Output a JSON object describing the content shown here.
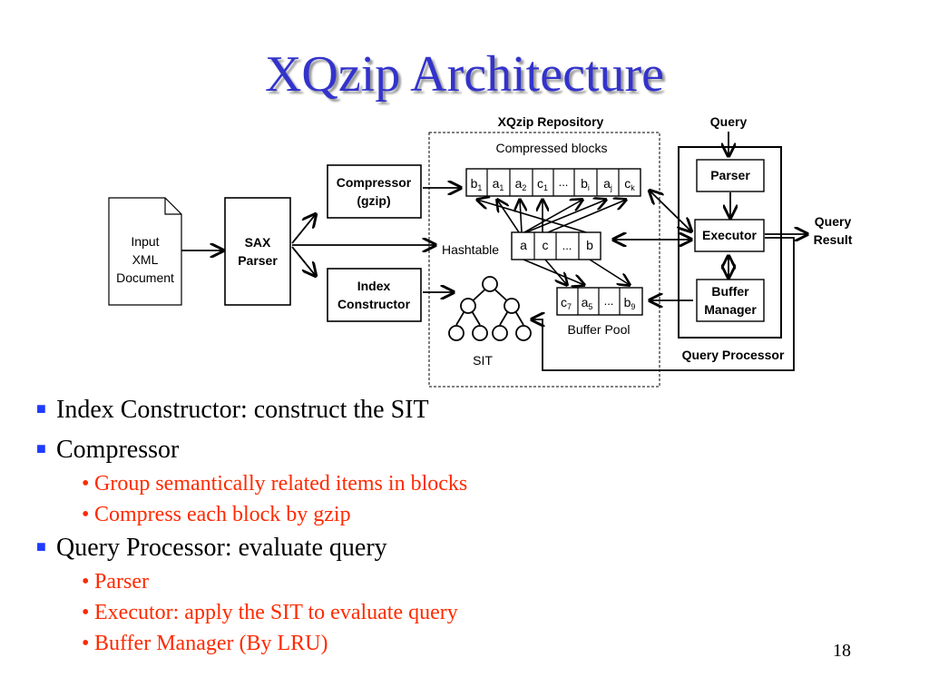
{
  "title": "XQzip Architecture",
  "diagram": {
    "input_doc": [
      "Input",
      "XML",
      "Document"
    ],
    "sax_parser": [
      "SAX",
      "Parser"
    ],
    "compressor": [
      "Compressor",
      "(gzip)"
    ],
    "index_constructor": [
      "Index",
      "Constructor"
    ],
    "repository_label": "XQzip Repository",
    "compressed_blocks_label": "Compressed blocks",
    "blocks": [
      {
        "base": "b",
        "sub": "1"
      },
      {
        "base": "a",
        "sub": "1"
      },
      {
        "base": "a",
        "sub": "2"
      },
      {
        "base": "c",
        "sub": "1"
      },
      {
        "base": "...",
        "sub": ""
      },
      {
        "base": "b",
        "sub": "i"
      },
      {
        "base": "a",
        "sub": "j"
      },
      {
        "base": "c",
        "sub": "k"
      }
    ],
    "hashtable_label": "Hashtable",
    "hashtable_cells": [
      "a",
      "c",
      "...",
      "b"
    ],
    "buffer_cells": [
      {
        "base": "c",
        "sub": "7"
      },
      {
        "base": "a",
        "sub": "5"
      },
      {
        "base": "...",
        "sub": ""
      },
      {
        "base": "b",
        "sub": "9"
      }
    ],
    "buffer_pool_label": "Buffer Pool",
    "sit_label": "SIT",
    "query_label": "Query",
    "parser_label": "Parser",
    "executor_label": "Executor",
    "buffer_manager": [
      "Buffer",
      "Manager"
    ],
    "query_processor_label": "Query Processor",
    "query_result": [
      "Query",
      "Result"
    ]
  },
  "bullets": [
    {
      "level": 1,
      "text": "Index Constructor: construct the SIT"
    },
    {
      "level": 1,
      "text": "Compressor"
    },
    {
      "level": 2,
      "text": "Group semantically related items in blocks"
    },
    {
      "level": 2,
      "text": "Compress each block by gzip"
    },
    {
      "level": 1,
      "text": "Query Processor: evaluate query"
    },
    {
      "level": 2,
      "text": "Parser"
    },
    {
      "level": 2,
      "text": "Executor: apply the SIT to evaluate query"
    },
    {
      "level": 2,
      "text": "Buffer Manager (By LRU)"
    }
  ],
  "page_number": "18",
  "colors": {
    "title": "#3333cc",
    "sub_bullet": "#ff2a00",
    "bullet_marker": "#1f3cff"
  }
}
